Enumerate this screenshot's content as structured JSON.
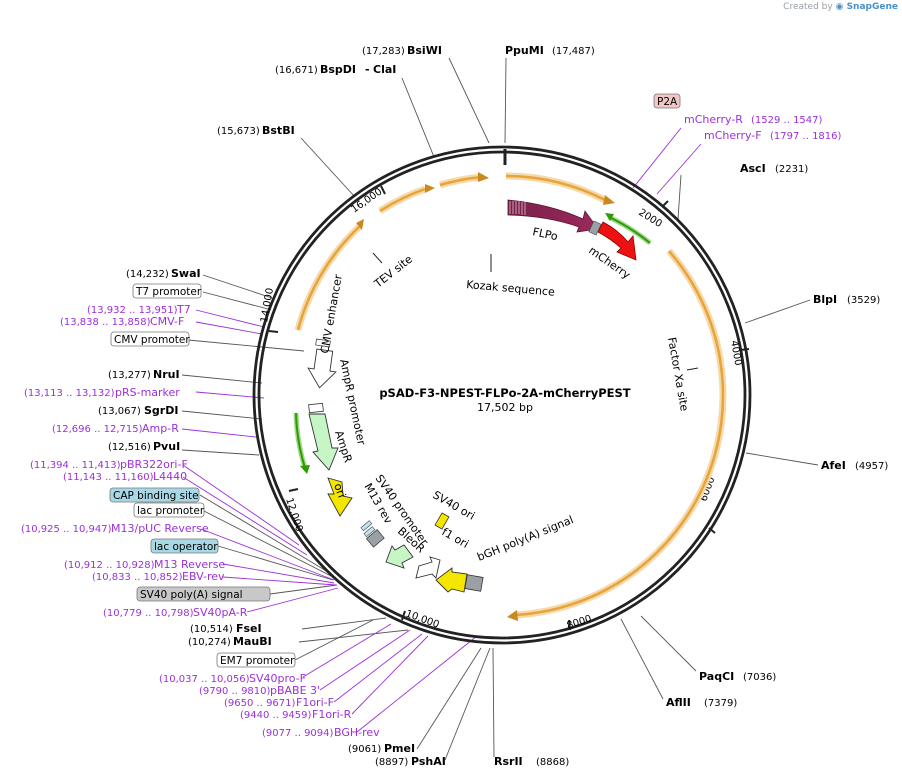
{
  "credit": {
    "prefix": "Created by",
    "brand": "SnapGene"
  },
  "plasmid": {
    "name": "pSAD-F3-NPEST-FLPo-2A-mCherryPEST",
    "length": "17,502 bp"
  },
  "ticks": [
    "2000",
    "4000",
    "6000",
    "8000",
    "10,000",
    "12,000",
    "14,000",
    "16,000"
  ],
  "sites": [
    {
      "name": "BsiWI",
      "pos": "(17,283)"
    },
    {
      "name": "PpuMI",
      "pos": "(17,487)"
    },
    {
      "name": "BspDI",
      "pos": "(16,671)"
    },
    {
      "name": "ClaI",
      "pos": ""
    },
    {
      "name": "BstBI",
      "pos": "(15,673)"
    },
    {
      "name": "AscI",
      "pos": "(2231)"
    },
    {
      "name": "BlpI",
      "pos": "(3529)"
    },
    {
      "name": "AfeI",
      "pos": "(4957)"
    },
    {
      "name": "PaqCI",
      "pos": "(7036)"
    },
    {
      "name": "AflII",
      "pos": "(7379)"
    },
    {
      "name": "RsrII",
      "pos": "(8868)"
    },
    {
      "name": "PshAI",
      "pos": "(8897)"
    },
    {
      "name": "PmeI",
      "pos": "(9061)"
    },
    {
      "name": "MauBI",
      "pos": "(10,274)"
    },
    {
      "name": "FseI",
      "pos": "(10,514)"
    },
    {
      "name": "PvuI",
      "pos": "(12,516)"
    },
    {
      "name": "SgrDI",
      "pos": "(13,067)"
    },
    {
      "name": "NruI",
      "pos": "(13,277)"
    },
    {
      "name": "SwaI",
      "pos": "(14,232)"
    }
  ],
  "primers": [
    {
      "name": "mCherry-R",
      "pos": "(1529 .. 1547)"
    },
    {
      "name": "mCherry-F",
      "pos": "(1797 .. 1816)"
    },
    {
      "name": "T7",
      "pos": "(13,932 .. 13,951)"
    },
    {
      "name": "CMV-F",
      "pos": "(13,838 .. 13,858)"
    },
    {
      "name": "pRS-marker",
      "pos": "(13,113 .. 13,132)"
    },
    {
      "name": "Amp-R",
      "pos": "(12,696 .. 12,715)"
    },
    {
      "name": "pBR322ori-F",
      "pos": "(11,394 .. 11,413)"
    },
    {
      "name": "L4440",
      "pos": "(11,143 .. 11,160)"
    },
    {
      "name": "M13/pUC Reverse",
      "pos": "(10,925 .. 10,947)"
    },
    {
      "name": "M13 Reverse",
      "pos": "(10,912 .. 10,928)"
    },
    {
      "name": "EBV-rev",
      "pos": "(10,833 .. 10,852)"
    },
    {
      "name": "SV40pA-R",
      "pos": "(10,779 .. 10,798)"
    },
    {
      "name": "SV40pro-F",
      "pos": "(10,037 .. 10,056)"
    },
    {
      "name": "pBABE 3'",
      "pos": "(9790 .. 9810)"
    },
    {
      "name": "F1ori-F",
      "pos": "(9650 .. 9671)"
    },
    {
      "name": "F1ori-R",
      "pos": "(9440 .. 9459)"
    },
    {
      "name": "BGH-rev",
      "pos": "(9077 .. 9094)"
    }
  ],
  "boxed_features": [
    {
      "name": "P2A",
      "fill": "#f2c6c6"
    },
    {
      "name": "T7 promoter",
      "fill": "#ffffff"
    },
    {
      "name": "CMV promoter",
      "fill": "#ffffff"
    },
    {
      "name": "CAP binding site",
      "fill": "#a8d8e6"
    },
    {
      "name": "lac promoter",
      "fill": "#ffffff"
    },
    {
      "name": "lac operator",
      "fill": "#a8d8e6"
    },
    {
      "name": "SV40 poly(A) signal",
      "fill": "#c8c8c8"
    },
    {
      "name": "EM7 promoter",
      "fill": "#ffffff"
    }
  ],
  "features": {
    "flpo": "FLPo",
    "mcherry": "mCherry",
    "kozak": "Kozak sequence",
    "tev": "TEV site",
    "factor_xa": "Factor Xa site",
    "cmv_enhancer": "CMV enhancer",
    "ampr_promoter": "AmpR promoter",
    "ampr": "AmpR",
    "ori": "ori",
    "m13_rev": "M13 rev",
    "sv40_promoter": "SV40 promoter",
    "bleor": "BleoR",
    "sv40_ori": "SV40 ori",
    "f1_ori": "f1 ori",
    "bgh": "bGH poly(A) signal"
  },
  "colors": {
    "backbone": "#222222",
    "orf": "#e8a33a",
    "orf_outline": "#f5d9a8",
    "flpo": "#8b2252",
    "mcherry": "#ee1111",
    "primer": "#9b30d9",
    "ampr": "#c6f5c6",
    "ori": "#f5e600",
    "green_primer": "#339900"
  }
}
